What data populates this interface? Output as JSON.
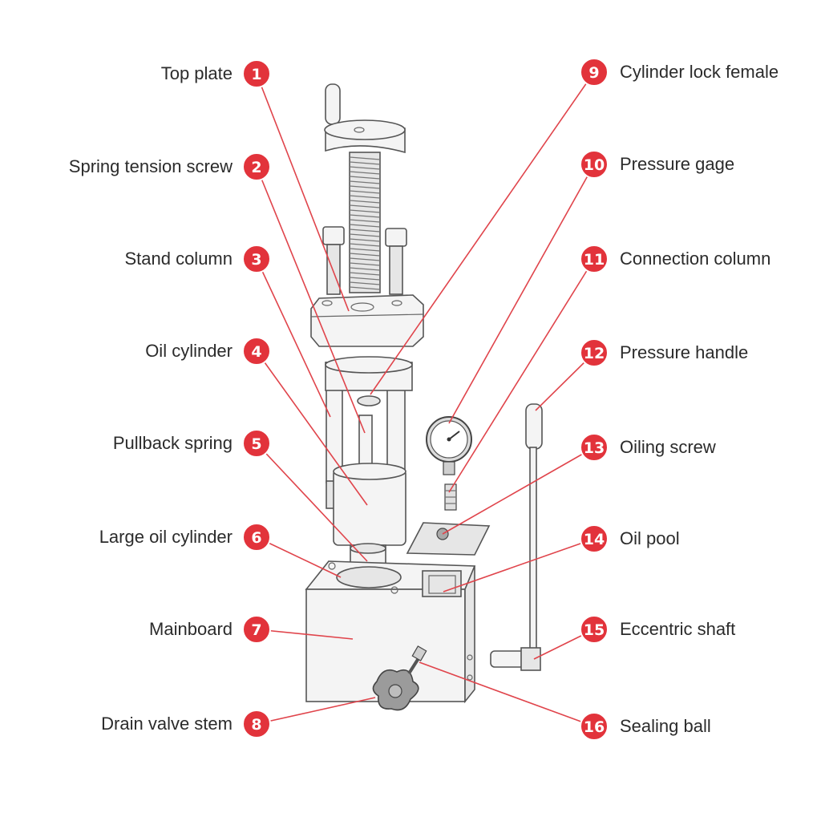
{
  "colors": {
    "badge": "#e2333b",
    "leader": "#e0444b",
    "label": "#2b2b2b"
  },
  "callouts": [
    {
      "number": "1",
      "label": "Top plate"
    },
    {
      "number": "2",
      "label": "Spring tension screw"
    },
    {
      "number": "3",
      "label": "Stand column"
    },
    {
      "number": "4",
      "label": "Oil cylinder"
    },
    {
      "number": "5",
      "label": "Pullback spring"
    },
    {
      "number": "6",
      "label": "Large oil cylinder"
    },
    {
      "number": "7",
      "label": "Mainboard"
    },
    {
      "number": "8",
      "label": "Drain valve stem"
    },
    {
      "number": "9",
      "label": "Cylinder lock female"
    },
    {
      "number": "10",
      "label": "Pressure gage"
    },
    {
      "number": "11",
      "label": "Connection column"
    },
    {
      "number": "12",
      "label": "Pressure handle"
    },
    {
      "number": "13",
      "label": "Oiling screw"
    },
    {
      "number": "14",
      "label": "Oil pool"
    },
    {
      "number": "15",
      "label": "Eccentric shaft"
    },
    {
      "number": "16",
      "label": "Sealing ball"
    }
  ]
}
